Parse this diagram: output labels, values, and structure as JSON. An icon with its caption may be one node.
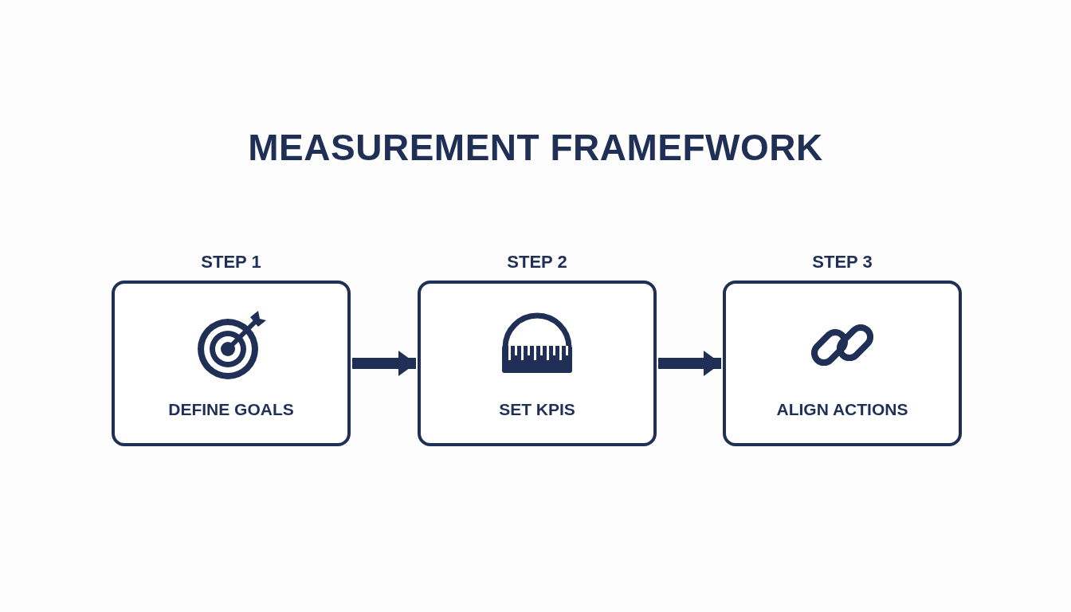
{
  "diagram": {
    "title": "MEASUREMENT FRAMEFWORK",
    "nodes": [
      {
        "text": [
          "STEP 1",
          "DEFINE GOALS"
        ]
      },
      {
        "text": [
          "STEP 2",
          "SET KPIS"
        ]
      },
      {
        "text": [
          "STEP 3",
          "ALIGN ACTIONS"
        ]
      }
    ],
    "edges": [
      {
        "from": 0,
        "to": 1,
        "arrow": "to"
      },
      {
        "from": 1,
        "to": 2,
        "arrow": "to"
      }
    ]
  }
}
